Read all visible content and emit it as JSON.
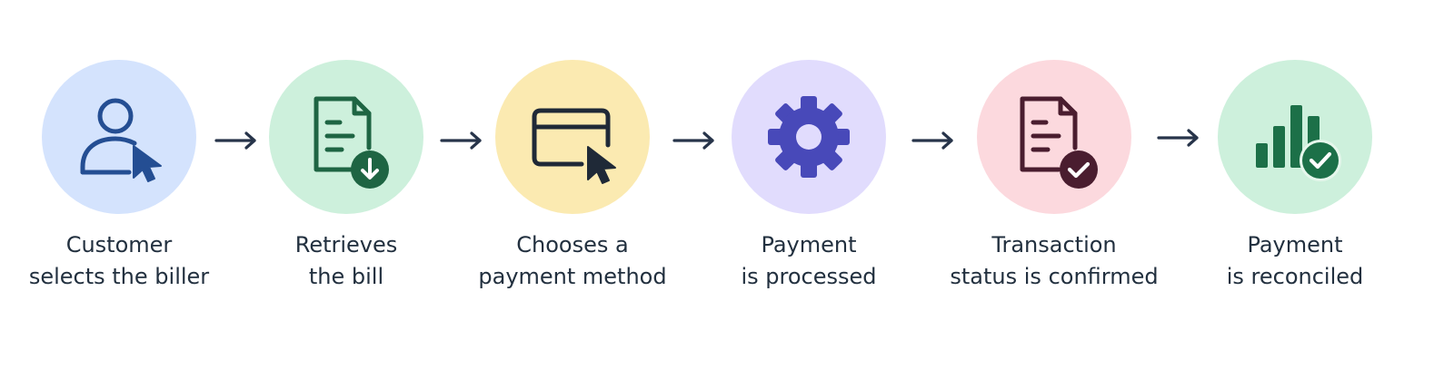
{
  "colors": {
    "text": "#22303f",
    "arrow": "#27344a"
  },
  "steps": [
    {
      "icon": "user-cursor-icon",
      "bg": "#d4e3fd",
      "fg": "#244e93",
      "label_line1": "Customer",
      "label_line2": "selects the biller"
    },
    {
      "icon": "document-download-icon",
      "bg": "#cdf0dc",
      "fg": "#1e6543",
      "label_line1": "Retrieves",
      "label_line2": "the bill"
    },
    {
      "icon": "credit-card-cursor-icon",
      "bg": "#fbeab1",
      "fg": "#1f2937",
      "label_line1": "Chooses a",
      "label_line2": "payment method"
    },
    {
      "icon": "gear-icon",
      "bg": "#e1dcfd",
      "fg": "#4849b9",
      "label_line1": "Payment",
      "label_line2": "is processed"
    },
    {
      "icon": "document-check-icon",
      "bg": "#fcd9de",
      "fg": "#4a1d2f",
      "label_line1": "Transaction",
      "label_line2": "status is confirmed"
    },
    {
      "icon": "bar-chart-check-icon",
      "bg": "#cdf0dc",
      "fg": "#1c7048",
      "label_line1": "Payment",
      "label_line2": "is reconciled"
    }
  ]
}
